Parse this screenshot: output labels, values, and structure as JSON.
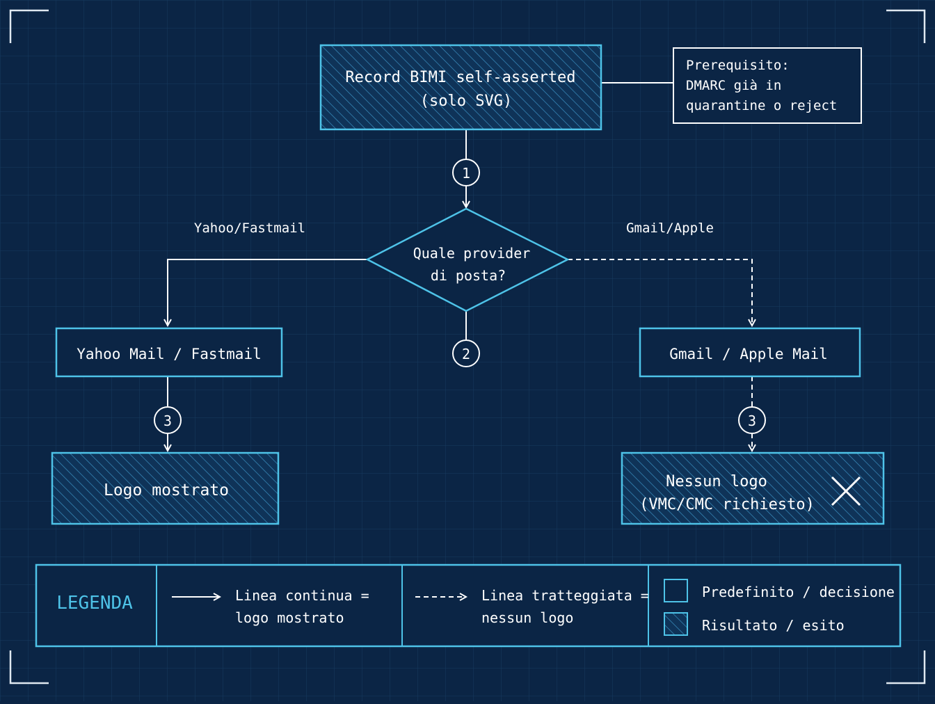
{
  "colors": {
    "background": "#0b2545",
    "grid": "#1a3a5e",
    "accent": "#4ec3e8",
    "line": "#ffffff",
    "text": "#ffffff"
  },
  "nodes": {
    "start_line1": "Record BIMI self-asserted",
    "start_line2": "(solo SVG)",
    "prereq_line1": "Prerequisito:",
    "prereq_line2": "DMARC già in",
    "prereq_line3": "quarantine o reject",
    "decision_line1": "Quale provider",
    "decision_line2": "di posta?",
    "left_provider": "Yahoo Mail / Fastmail",
    "right_provider": "Gmail / Apple Mail",
    "left_result": "Logo mostrato",
    "right_result_line1": "Nessun logo",
    "right_result_line2": "(VMC/CMC richiesto)"
  },
  "edges": {
    "left_branch_label": "Yahoo/Fastmail",
    "right_branch_label": "Gmail/Apple",
    "step1": "1",
    "step2": "2",
    "step3_left": "3",
    "step3_right": "3"
  },
  "legend": {
    "title": "LEGENDA",
    "solid_line1": "Linea continua =",
    "solid_line2": "logo mostrato",
    "dashed_line1": "Linea tratteggiata =",
    "dashed_line2": "nessun logo",
    "plain_box": "Predefinito / decisione",
    "hatched_box": "Risultato / esito"
  }
}
